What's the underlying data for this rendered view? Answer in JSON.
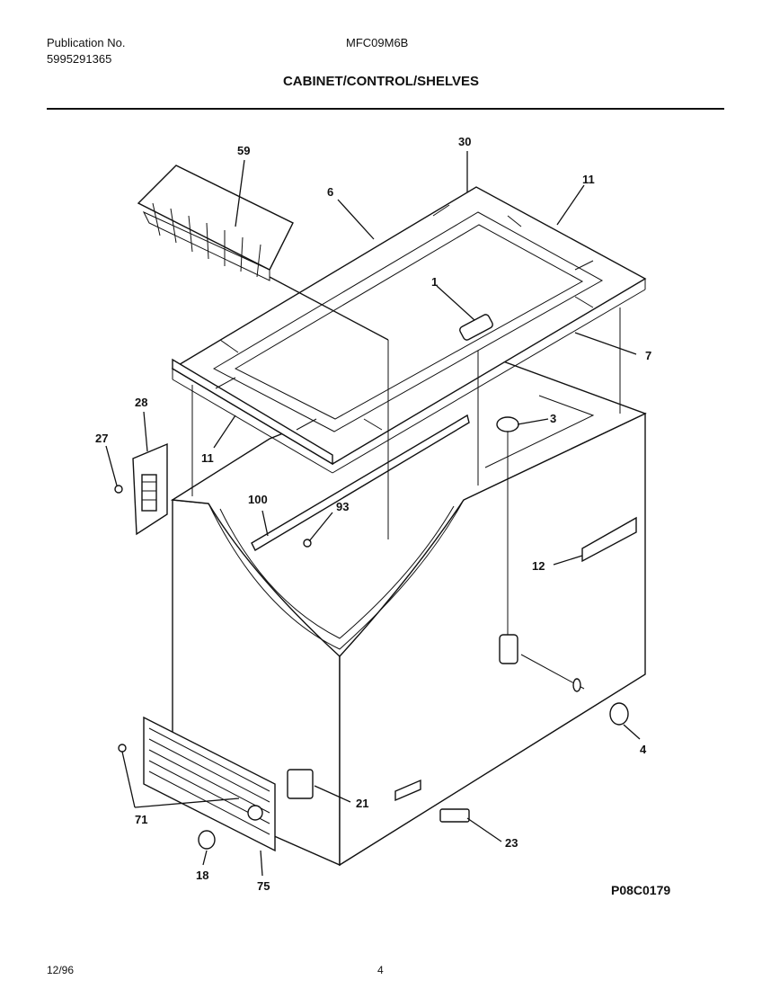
{
  "header": {
    "publication_label": "Publication No.",
    "publication_number": "5995291365",
    "model": "MFC09M6B",
    "title": "CABINET/CONTROL/SHELVES"
  },
  "callouts": {
    "c59": "59",
    "c30": "30",
    "c6": "6",
    "c11_top": "11",
    "c1": "1",
    "c7": "7",
    "c3": "3",
    "c28": "28",
    "c27": "27",
    "c11_left": "11",
    "c100": "100",
    "c93": "93",
    "c12": "12",
    "c4": "4",
    "c21": "21",
    "c71": "71",
    "c23": "23",
    "c18": "18",
    "c75": "75"
  },
  "figure_code": "P08C0179",
  "footer": {
    "date": "12/96",
    "page": "4"
  }
}
